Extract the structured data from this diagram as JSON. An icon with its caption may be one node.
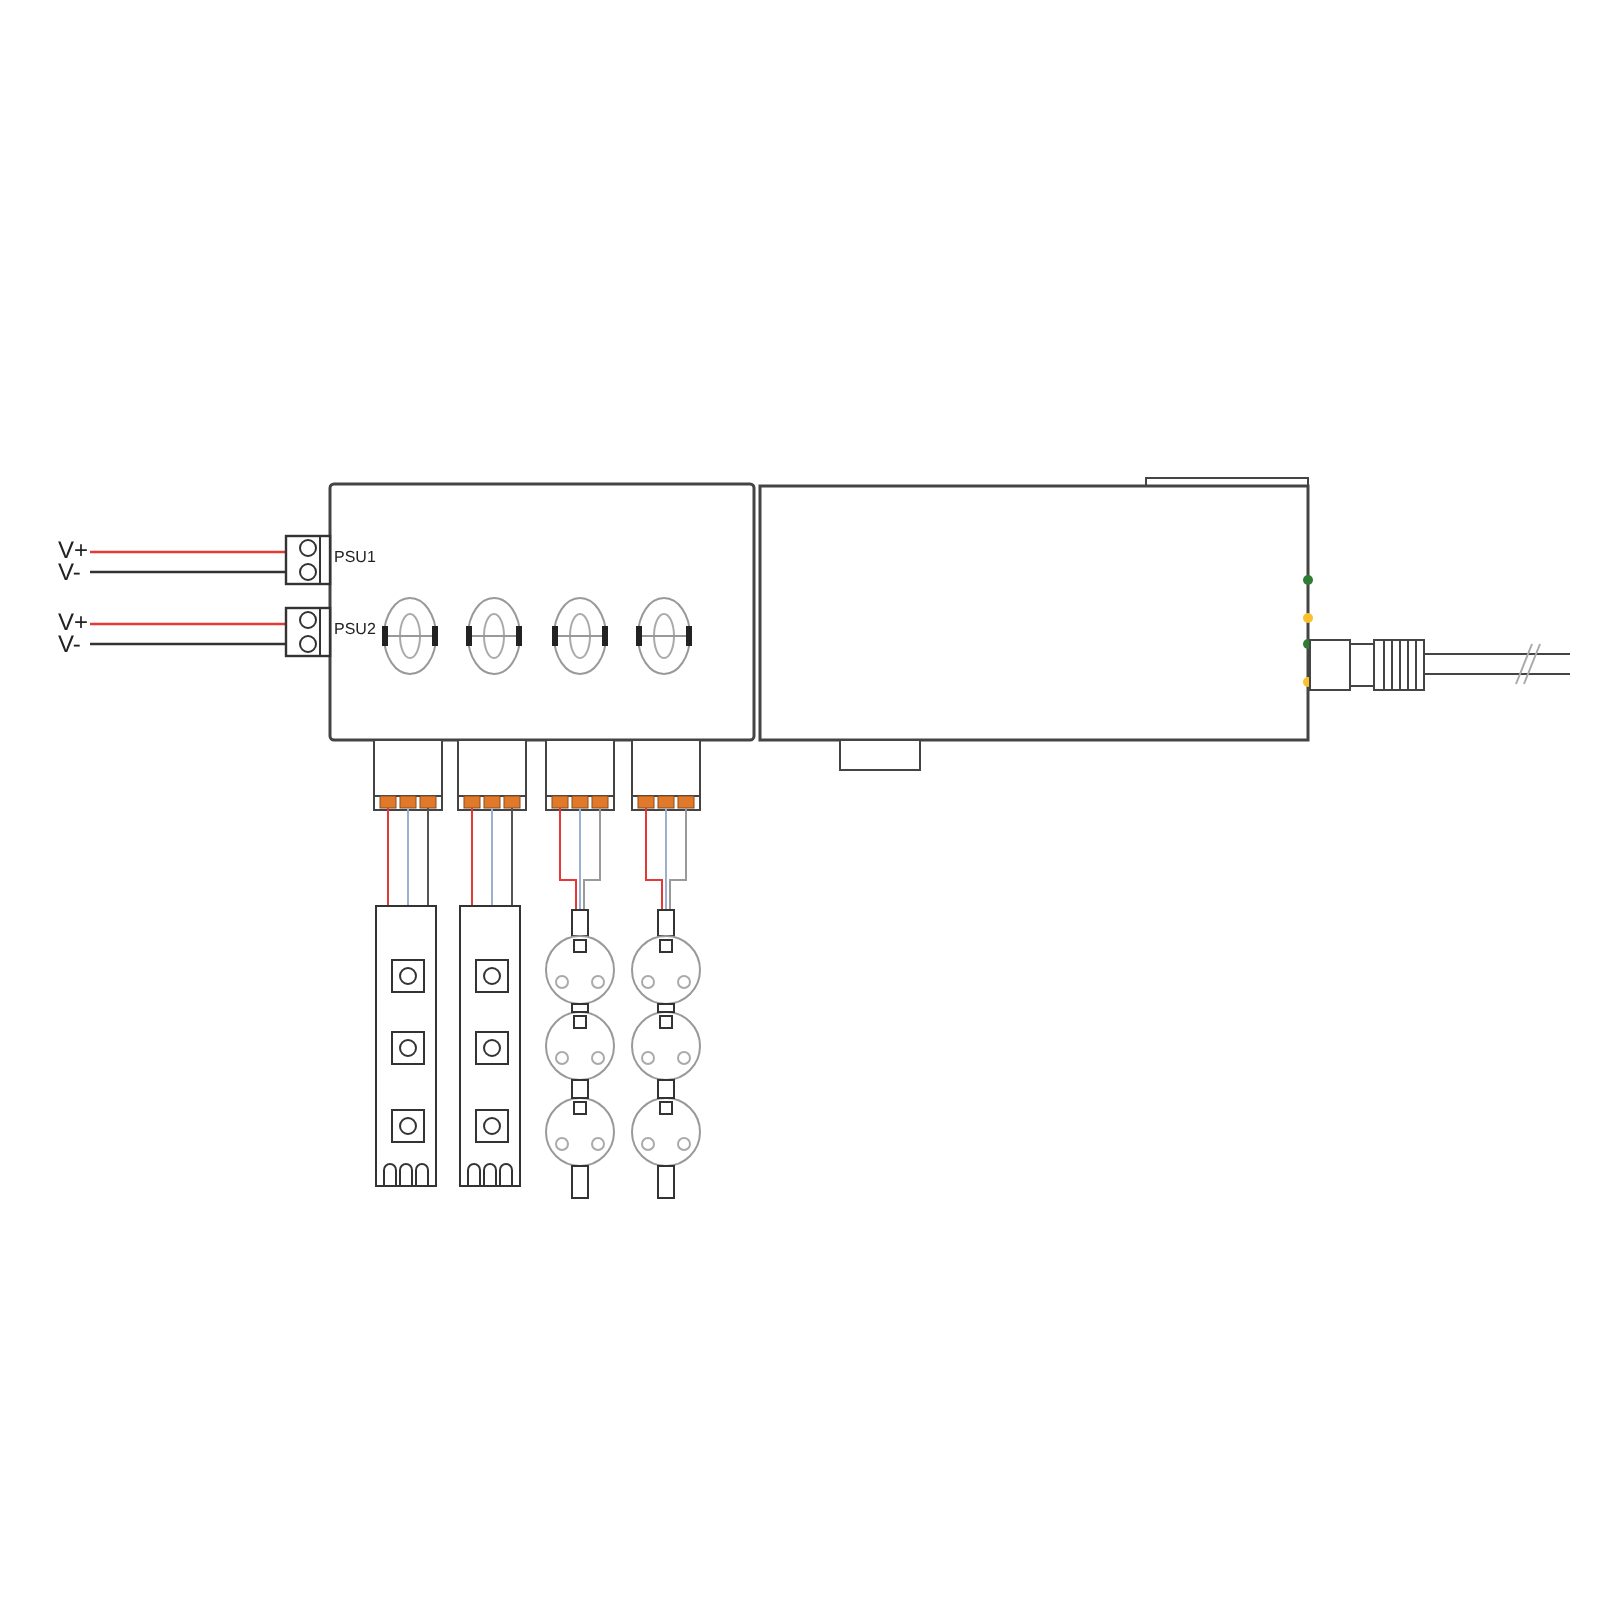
{
  "diagram": {
    "labels": [
      "V+",
      "V-",
      "PSU1",
      "V+",
      "V-",
      "PSU2"
    ]
  }
}
